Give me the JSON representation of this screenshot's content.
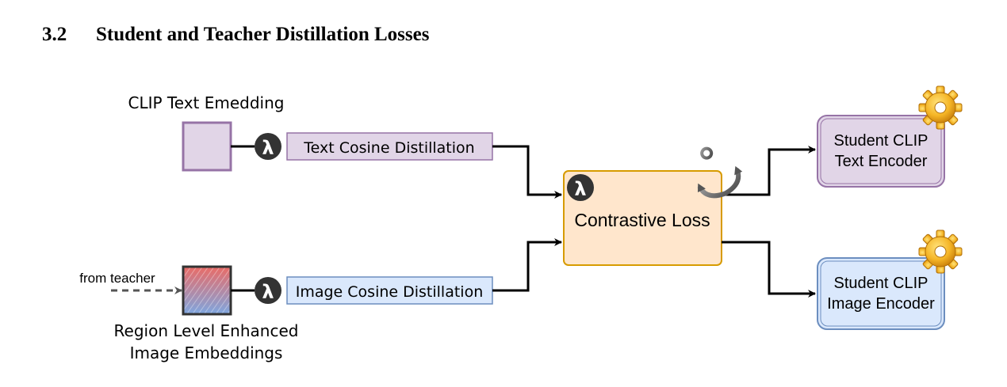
{
  "section": {
    "number": "3.2",
    "title": "Student and Teacher Distillation Losses"
  },
  "diagram": {
    "text_embedding_label": "CLIP Text Emedding",
    "image_embedding_label_line1": "Region Level Enhanced",
    "image_embedding_label_line2": "Image Embeddings",
    "from_teacher": "from teacher",
    "lambda_symbol": "λ",
    "text_cosine": "Text Cosine Distillation",
    "image_cosine": "Image Cosine Distillation",
    "contrastive_loss": "Contrastive Loss",
    "student_text_line1": "Student CLIP",
    "student_text_line2": "Text Encoder",
    "student_image_line1": "Student CLIP",
    "student_image_line2": "Image Encoder",
    "icons": [
      "lambda-icon",
      "anchor-icon",
      "gear-icon"
    ],
    "colors": {
      "text_purple_fill": "#e1d5e7",
      "text_purple_stroke": "#9673a6",
      "image_blue_fill": "#dae8fc",
      "image_blue_stroke": "#6c8ebf",
      "loss_fill": "#ffe6cc",
      "loss_stroke": "#d79b00",
      "gradient_red": "#ea6b66",
      "gradient_blue": "#7ea6e0",
      "lambda_circle": "#333333"
    }
  }
}
